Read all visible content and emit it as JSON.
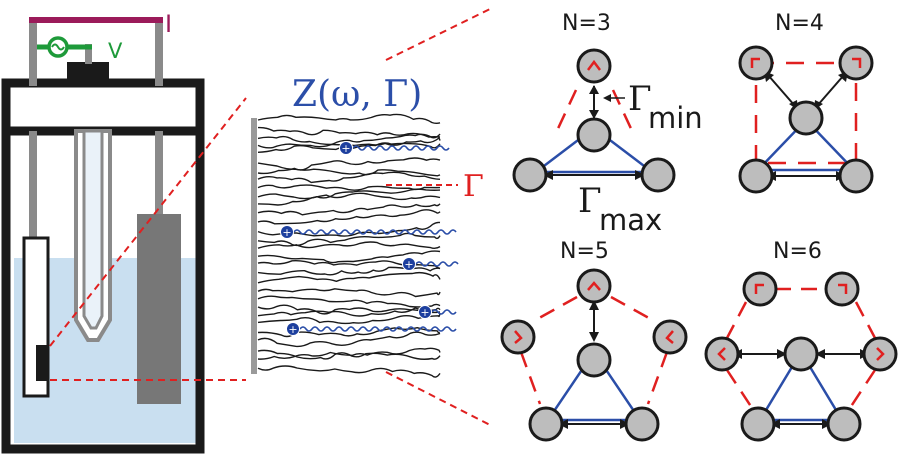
{
  "circuit": {
    "current_label": "I",
    "voltage_label": "V"
  },
  "impedance_label": "Z(ω, Γ)",
  "gamma_label": "Γ",
  "ion_symbol": "+",
  "clusters": [
    {
      "label": "N=3",
      "gamma_min_label": "Γ",
      "gamma_min_sub": "min",
      "gamma_max_label": "Γ",
      "gamma_max_sub": "max"
    },
    {
      "label": "N=4"
    },
    {
      "label": "N=5"
    },
    {
      "label": "N=6"
    }
  ],
  "colors": {
    "frame": "#1a1a1a",
    "electrolyte": "#c9dff0",
    "wire": "#8a8a8a",
    "current_line": "#9b1b5a",
    "voltage_line": "#1e9a3a",
    "impedance_text": "#2b4ea8",
    "dashed": "#e02020",
    "node_fill": "#bdbdbd",
    "triangle": "#2b4ea8",
    "ion_fill": "#1d3f9e",
    "fiber": "#1a1a1a"
  }
}
